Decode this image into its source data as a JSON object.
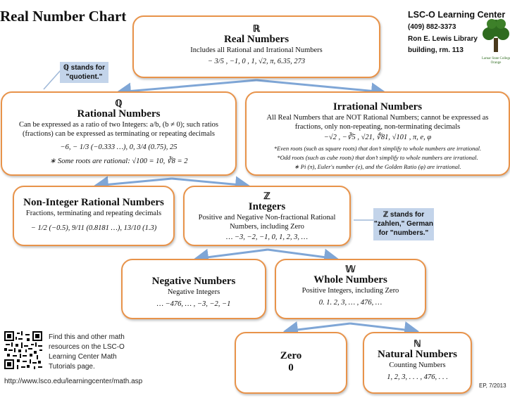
{
  "page_title": "Real Number Chart",
  "center": {
    "name": "LSC-O Learning Center",
    "phone": "(409) 882-3373",
    "location_line1": "Ron E. Lewis Library",
    "location_line2": "building, rm. 113",
    "logo_text_line1": "Lamar State College",
    "logo_text_line2": "Orange"
  },
  "real": {
    "symbol": "ℝ",
    "title": "Real Numbers",
    "desc": "Includes all Rational and Irrational Numbers",
    "examples": "− 3/5 , −1, 0 , 1, √2, π, 6.35, 273"
  },
  "q_note": {
    "line1": "ℚ stands for",
    "line2": "\"quotient.\""
  },
  "rational": {
    "symbol": "ℚ",
    "title": "Rational Numbers",
    "desc_line1": "Can be expressed as a ratio of two Integers: a/b, (b ≠ 0); such ratios",
    "desc_line2": "(fractions) can be expressed as terminating or repeating decimals",
    "examples": "−6, − 1/3 (−0.333 …), 0, 3/4 (0.75), 25",
    "roots": "∗ Some roots are rational: √100 = 10, ∛8 = 2"
  },
  "irrational": {
    "title": "Irrational Numbers",
    "desc_line1": "All Real Numbers that are NOT Rational Numbers; cannot be expressed as",
    "desc_line2": "fractions, only non-repeating, non-terminating decimals",
    "examples": "−√2 , −∛5 , √21, ∜81, √101 , π, e, φ",
    "note1": "*Even roots (such as square roots) that don’t simplify to whole numbers are irrational.",
    "note2": "*Odd roots (such as cube roots) that don’t simplify to whole numbers are irrational.",
    "note3": "∗ Pi (π), Euler's number (e), and the Golden Ratio (φ) are irrational."
  },
  "noninteger": {
    "title": "Non-Integer Rational Numbers",
    "desc": "Fractions, terminating and repeating decimals",
    "examples": "− 1/2 (−0.5), 9/11 (0.8181 …), 13/10 (1.3)"
  },
  "integers": {
    "symbol": "ℤ",
    "title": "Integers",
    "desc_line1": "Positive and Negative Non-fractional Rational",
    "desc_line2": "Numbers, including Zero",
    "examples": "… −3, −2, −1, 0, 1, 2, 3, …"
  },
  "z_note": {
    "line1": "ℤ stands for",
    "line2": "\"zahlen,\" German",
    "line3": "for \"numbers.\""
  },
  "negative": {
    "title": "Negative Numbers",
    "desc": "Negative Integers",
    "examples": "… −476, … , −3, −2, −1"
  },
  "whole": {
    "symbol": "𝕎",
    "title": "Whole Numbers",
    "desc": "Positive Integers, including Zero",
    "examples": "0. 1. 2, 3, … , 476, …"
  },
  "zero": {
    "title": "Zero",
    "value": "0"
  },
  "natural": {
    "symbol": "ℕ",
    "title": "Natural Numbers",
    "desc": "Counting Numbers",
    "examples": "1, 2, 3, . . . , 476, . . ."
  },
  "footer": {
    "find_line1": "Find this and other math",
    "find_line2": "resources on the LSC-O",
    "find_line3": "Learning Center Math",
    "find_line4": "Tutorials page.",
    "url": "http://www.lsco.edu/learningcenter/math.asp",
    "credit": "EP, 7/2013"
  },
  "colors": {
    "box_border": "#e8934a",
    "arrow": "#7fa6d6",
    "callout_bg": "#c3d4ea",
    "tree": "#2e6b1f"
  }
}
